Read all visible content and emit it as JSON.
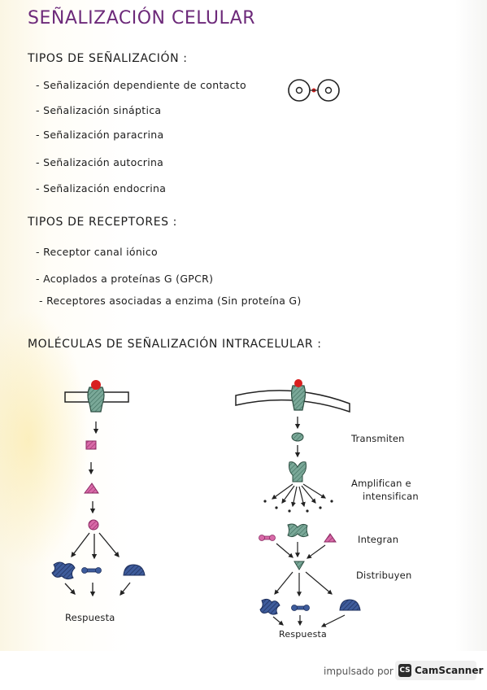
{
  "title": "SEÑALIZACIÓN CELULAR",
  "section_signaling": {
    "heading": "TIPOS DE SEÑALIZACIÓN :",
    "items": [
      "- Señalización dependiente de contacto",
      "- Señalización sináptica",
      "- Señalización paracrina",
      "- Señalización autocrina",
      "- Señalización endocrina"
    ]
  },
  "section_receptors": {
    "heading": "TIPOS DE RECEPTORES :",
    "items": [
      "- Receptor canal iónico",
      "- Acoplados a proteínas G (GPCR)",
      "- Receptores asociadas a enzima (Sin proteína G)"
    ]
  },
  "section_molecules": {
    "heading": "MOLÉCULAS DE SEÑALIZACIÓN INTRACELULAR :",
    "left_result": "Respuesta",
    "right_result": "Respuesta",
    "labels": [
      "Transmiten",
      "Amplifican e",
      "intensifican",
      "Integran",
      "Distribuyen"
    ]
  },
  "footer": {
    "powered_by": "impulsado por",
    "app_name": "CamScanner",
    "app_badge": "CS"
  },
  "colors": {
    "title": "#6d2a7a",
    "magenta": "#c2478f",
    "green": "#5e8f7f",
    "navy": "#2f4a86",
    "red": "#d81f1f"
  }
}
